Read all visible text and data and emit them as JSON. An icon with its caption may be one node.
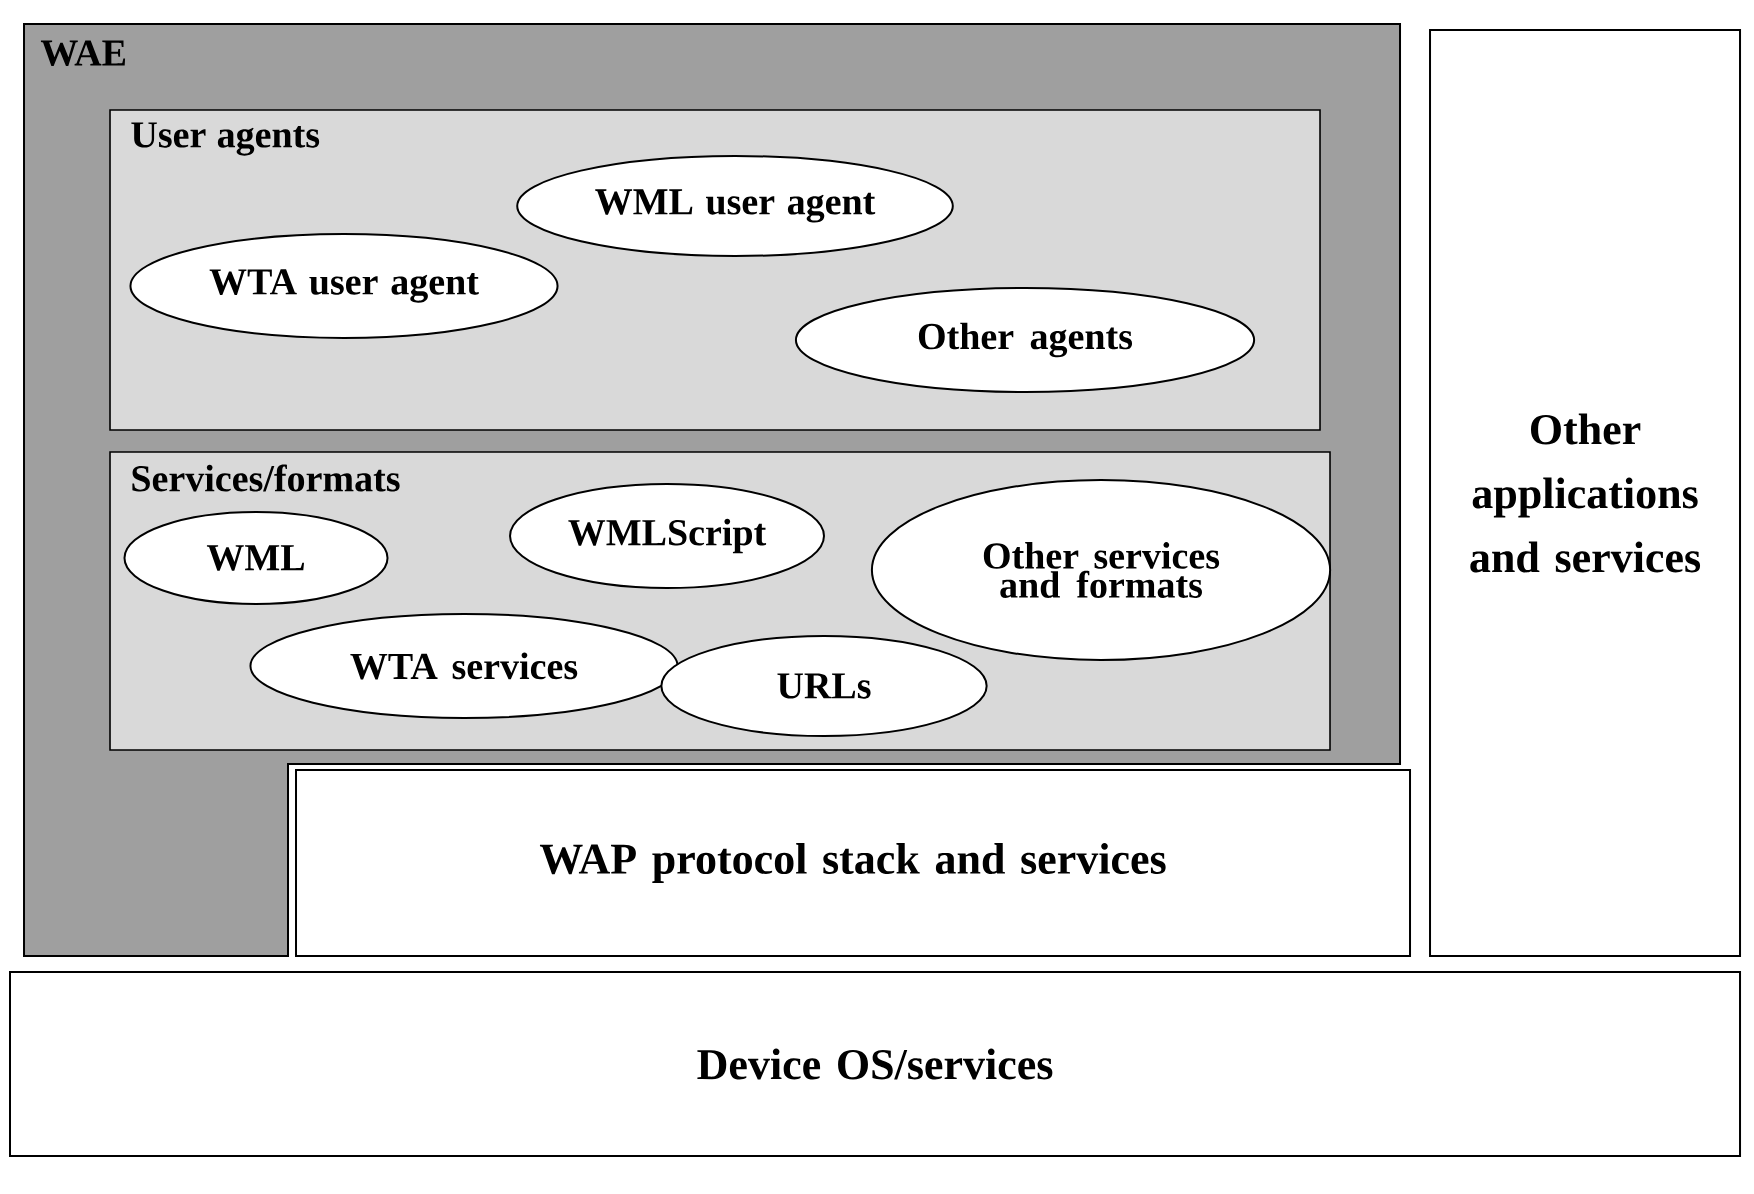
{
  "diagram": {
    "nodes": [
      {
        "text": [
          "WAE"
        ]
      },
      {
        "text": [
          "User agents"
        ],
        "in": 0
      },
      {
        "text": [
          "WML user agent"
        ],
        "in": 1
      },
      {
        "text": [
          "WTA user agent"
        ],
        "in": 1
      },
      {
        "text": [
          "Other agents"
        ],
        "in": 1
      },
      {
        "text": [
          "Services/formats"
        ],
        "in": 0
      },
      {
        "text": [
          "WML"
        ],
        "in": 5
      },
      {
        "text": [
          "WMLScript"
        ],
        "in": 5
      },
      {
        "text": [
          "Other services and formats"
        ],
        "in": 5
      },
      {
        "text": [
          "WTA services"
        ],
        "in": 5
      },
      {
        "text": [
          "URLs"
        ],
        "in": 5
      },
      {
        "text": [
          "Other applications and services"
        ]
      },
      {
        "text": [
          "WAP protocol stack and services"
        ]
      },
      {
        "text": [
          "Device OS/services"
        ]
      }
    ]
  }
}
